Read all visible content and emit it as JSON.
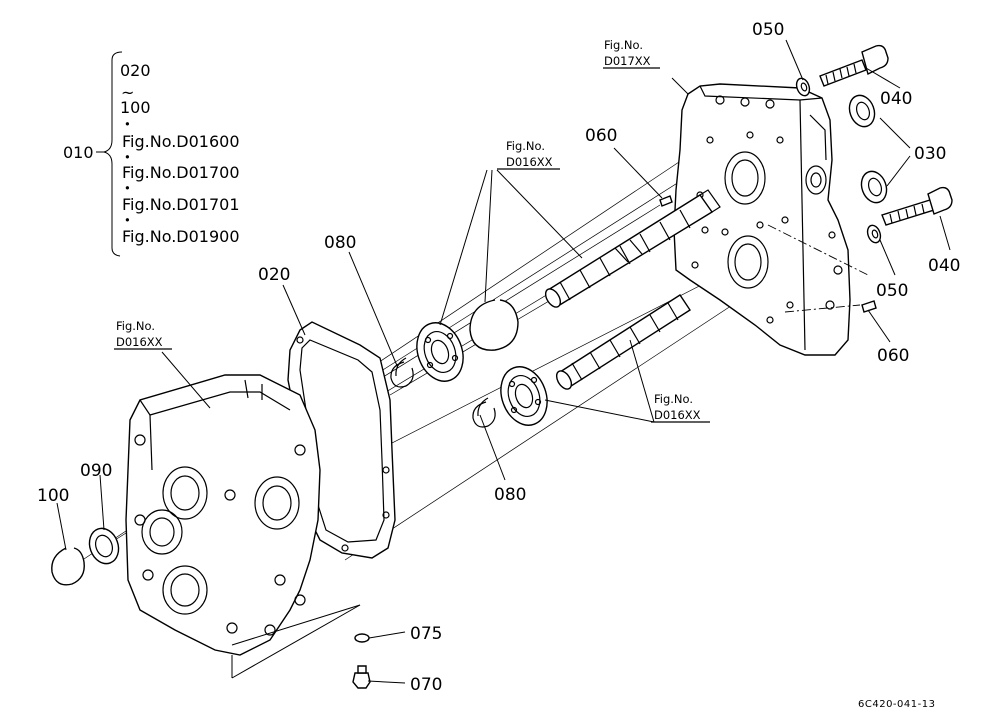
{
  "drawing_code": "6C420-041-13",
  "legend": {
    "code": "010",
    "range_start": "020",
    "range_sep": "~",
    "range_end": "100",
    "dot": "•",
    "figs": [
      "Fig.No.D01600",
      "Fig.No.D01700",
      "Fig.No.D01701",
      "Fig.No.D01900"
    ]
  },
  "callouts": {
    "c050_top": "050",
    "c040_top": "040",
    "c030": "030",
    "c040_mid": "040",
    "c050_mid": "050",
    "c060_right": "060",
    "c060_mid": "060",
    "c080_top": "080",
    "c020": "020",
    "c080_bottom": "080",
    "c090": "090",
    "c100": "100",
    "c075": "075",
    "c070": "070"
  },
  "figrefs": {
    "d017": {
      "line1": "Fig.No.",
      "line2": "D017XX"
    },
    "d016_top": {
      "line1": "Fig.No.",
      "line2": "D016XX"
    },
    "d016_left": {
      "line1": "Fig.No.",
      "line2": "D016XX"
    },
    "d016_bottom": {
      "line1": "Fig.No.",
      "line2": "D016XX"
    }
  }
}
